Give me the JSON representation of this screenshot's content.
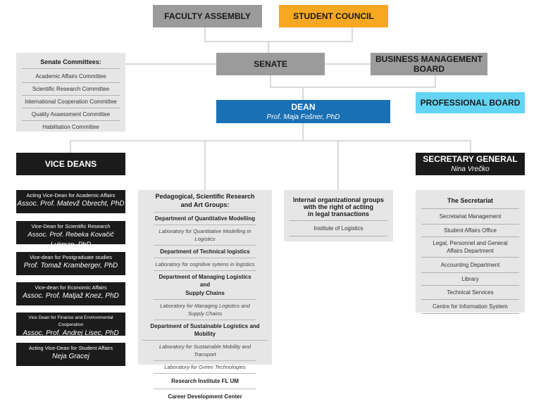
{
  "top": {
    "faculty_assembly": "FACULTY ASSEMBLY",
    "student_council": "STUDENT COUNCIL",
    "senate": "SENATE",
    "business_board": "BUSINESS MANAGEMENT BOARD",
    "professional_board": "PROFESSIONAL BOARD"
  },
  "dean": {
    "title": "DEAN",
    "name": "Prof. Maja Fošner, PhD"
  },
  "senate_committees": {
    "title": "Senate Committees:",
    "items": [
      "Academic Affairs Committee",
      "Scientific Research Committee",
      "International Cooperation Committee",
      "Quality Assessment Committee",
      "Habilitation Committee"
    ]
  },
  "vice_deans": {
    "title": "VICE DEANS",
    "items": [
      {
        "role": "Acting Vice-Dean for Academic Affairs",
        "name": "Assoc. Prof. Matevž Obrecht, PhD"
      },
      {
        "role": "Vice-Dean for Scientific Research",
        "name": "Assoc. Prof. Rebeka Kovačič Lukman, PhD"
      },
      {
        "role": "Vice-dean for Postgraduate studies",
        "name": "Prof. Tomaž Kramberger, PhD"
      },
      {
        "role": "Vice-dean for Economic Affairs",
        "name": "Assoc. Prof. Matjaž Knez, PhD"
      },
      {
        "role": "Vice Dean for Finance and Environmental Cooperation",
        "name": "Assoc. Prof. Andrej Lisec, PhD"
      },
      {
        "role": "Acting Vice-Dean for Student Affairs",
        "name": "Neja Gracej"
      }
    ]
  },
  "research_groups": {
    "title_line1": "Pedagogical, Scientific Research",
    "title_line2": "and Art Groups:",
    "dept1": "Department of Quantitative Modelling",
    "lab1": "Laboratory for Quantitative Modelling in Logistics",
    "dept2": "Department of Technical  logistics",
    "lab2": "Laboratory for cognitive sytems in logistics",
    "dept3_line1": "Department of Managing Logistics and",
    "dept3_line2": "Supply Chains",
    "lab3": "Laboratory for Managing Logistics and Supply Chains",
    "dept4": "Department of Sustainable Logistics and Mobility",
    "lab4a": "Laboratory for Sustainable Mobility and Transport",
    "lab4b": "Laboratory for Green Technologies",
    "institute": "Research Institute FL UM",
    "career": "Career Development Center"
  },
  "internal_groups": {
    "title_line1": "Internal organizational groups",
    "title_line2": "with the right of actiing",
    "title_line3": "in legal transactions",
    "item": "Institute of Logistics"
  },
  "secretary": {
    "title": "SECRETARY GENERAL",
    "name": "Nina Vrečko"
  },
  "secretariat": {
    "title": "The Secretariat",
    "items": [
      "Secretariat Management",
      "Student Affairs Office",
      "Legal, Personnel and General Affairs Department",
      "Accounting Department",
      "Library",
      "Technical Services",
      "Centre for Information System"
    ]
  }
}
